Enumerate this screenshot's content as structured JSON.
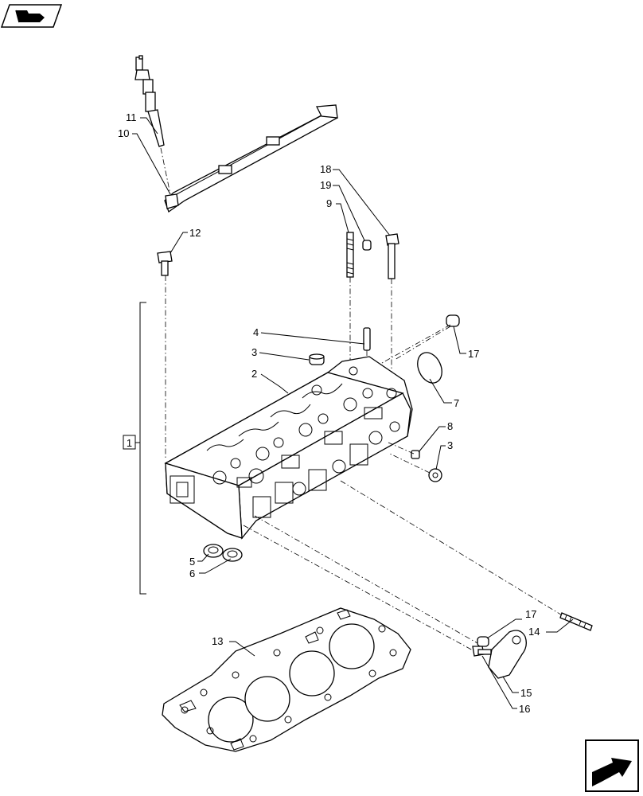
{
  "header": {
    "icon": "book-arrow-icon"
  },
  "footer": {
    "icon": "next-page-arrow-icon"
  },
  "group_label": "1",
  "callouts": {
    "p2": "2",
    "p3a": "3",
    "p3b": "3",
    "p4": "4",
    "p5": "5",
    "p6": "6",
    "p7": "7",
    "p8": "8",
    "p9": "9",
    "p10": "10",
    "p11": "11",
    "p12": "12",
    "p13": "13",
    "p14": "14",
    "p15": "15",
    "p16": "16",
    "p17a": "17",
    "p17b": "17",
    "p18": "18",
    "p19": "19"
  }
}
